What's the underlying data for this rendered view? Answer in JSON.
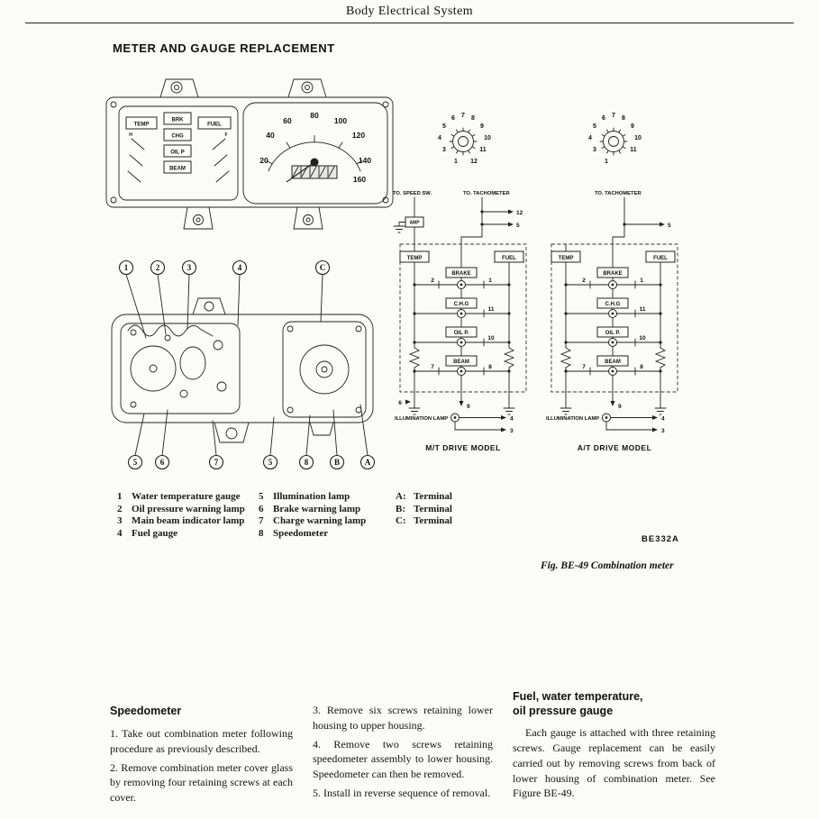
{
  "header": {
    "title": "Body Electrical System"
  },
  "section_title": "METER AND GAUGE REPLACEMENT",
  "meter_face": {
    "labels": {
      "temp": "TEMP",
      "brk": "BRK",
      "fuel": "FUEL",
      "chg": "CHG",
      "oilp": "OIL P",
      "beam": "BEAM"
    },
    "gauge_marks": {
      "h": "H",
      "f": "F"
    },
    "dial": [
      "20",
      "40",
      "60",
      "80",
      "100",
      "120",
      "140",
      "160"
    ]
  },
  "connector_mt": {
    "pins": [
      "6",
      "7",
      "8",
      "5",
      "9",
      "4",
      "10",
      "3",
      "11",
      "1",
      "12"
    ]
  },
  "connector_at": {
    "pins": [
      "6",
      "7",
      "8",
      "5",
      "9",
      "4",
      "10",
      "3",
      "11",
      "1"
    ]
  },
  "wiring_mt": {
    "label_speed_sw": "TO. SPEED SW.",
    "label_tacho": "TO. TACHOMETER",
    "amp": "AMP",
    "boxes": {
      "temp": "TEMP",
      "brake": "BRAKE",
      "fuel": "FUEL",
      "chg": "C.H.G",
      "oilp": "OIL P.",
      "beam": "BEAM"
    },
    "terminals": {
      "t12": "12",
      "t5": "5",
      "t1": "1",
      "t2": "2",
      "t11": "11",
      "t10": "10",
      "t7": "7",
      "t8": "8",
      "t9": "9",
      "t6": "6",
      "t4": "4",
      "t3": "3"
    },
    "illumination_label": "ILLUMINATION LAMP",
    "caption": "M/T DRIVE MODEL"
  },
  "wiring_at": {
    "label_tacho": "TO. TACHOMETER",
    "boxes": {
      "temp": "TEMP",
      "brake": "BRAKE",
      "fuel": "FUEL",
      "chg": "C.H.G",
      "oilp": "OIL P.",
      "beam": "BEAM"
    },
    "terminals": {
      "t5": "5",
      "t1": "1",
      "t2": "2",
      "t11": "11",
      "t10": "10",
      "t7": "7",
      "t8": "8",
      "t9": "9",
      "t4": "4",
      "t3": "3"
    },
    "illumination_label": "ILLUMINATION LAMP",
    "caption": "A/T DRIVE MODEL"
  },
  "exploded": {
    "top_callouts": [
      "1",
      "2",
      "3",
      "4",
      "C"
    ],
    "bottom_callouts": [
      "5",
      "6",
      "7",
      "5",
      "8",
      "B",
      "A"
    ]
  },
  "legend": {
    "col1": [
      {
        "num": "1",
        "label": "Water temperature gauge"
      },
      {
        "num": "2",
        "label": "Oil pressure warning lamp"
      },
      {
        "num": "3",
        "label": "Main beam indicator lamp"
      },
      {
        "num": "4",
        "label": "Fuel gauge"
      }
    ],
    "col2": [
      {
        "num": "5",
        "label": "Illumination lamp"
      },
      {
        "num": "6",
        "label": "Brake warning lamp"
      },
      {
        "num": "7",
        "label": "Charge warning lamp"
      },
      {
        "num": "8",
        "label": "Speedometer"
      }
    ],
    "col3": [
      {
        "num": "A:",
        "label": "Terminal"
      },
      {
        "num": "B:",
        "label": "Terminal"
      },
      {
        "num": "C:",
        "label": "Terminal"
      }
    ]
  },
  "figure": {
    "code": "BE332A",
    "caption": "Fig. BE-49  Combination meter"
  },
  "text_columns": {
    "col1": {
      "heading": "Speedometer",
      "p1": "1.  Take out combination meter following procedure as previously described.",
      "p2": "2.  Remove combination meter cover glass by removing four retaining screws at each cover."
    },
    "col2": {
      "p1": "3.  Remove six screws retaining lower housing to upper housing.",
      "p2": "4.  Remove two screws retaining speedometer assembly to lower housing. Speedometer can then be removed.",
      "p3": "5.  Install in reverse sequence of removal."
    },
    "col3": {
      "heading_line1": "Fuel, water temperature,",
      "heading_line2": "oil pressure gauge",
      "p1": "Each gauge is attached with three retaining screws. Gauge replacement can be easily carried out by removing screws from back of lower housing of combination meter. See Figure BE-49."
    }
  }
}
